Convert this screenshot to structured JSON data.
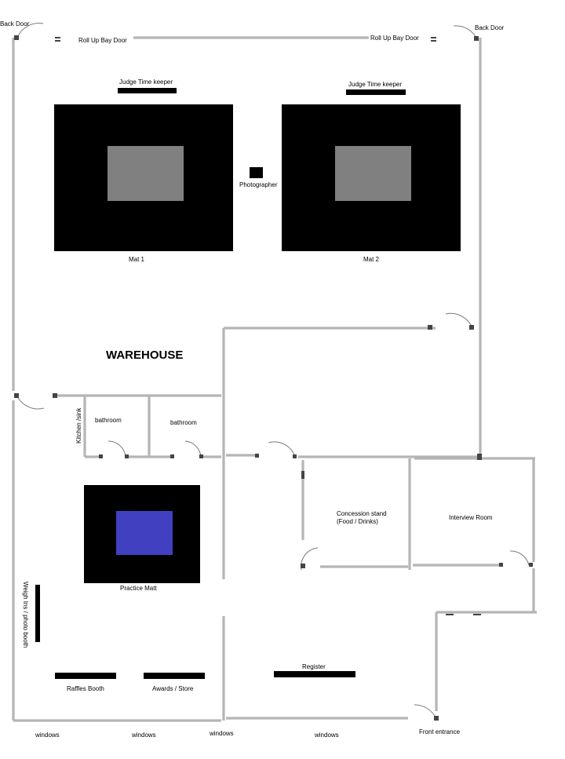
{
  "labels": {
    "back_door_left": "Back Door",
    "back_door_right": "Back Door",
    "rollup_left": "Roll Up Bay Door",
    "rollup_right": "Roll Up Bay Door",
    "judge_left": "Judge Time keeper",
    "judge_right": "Judge Time keeper",
    "photographer": "Photographer",
    "mat1": "Mat 1",
    "mat2": "Mat 2",
    "warehouse": "WAREHOUSE",
    "bathroom_left": "bathroom",
    "bathroom_right": "bathroom",
    "kitchen_sink": "Kitchen /sink",
    "concession_line1": "Concession stand",
    "concession_line2": "(Food / Drinks)",
    "interview_room": "Interview Room",
    "practice_mat": "Practice Matt",
    "weigh_ins": "Weigh Ins / photo booth",
    "raffles_booth": "Raffles Booth",
    "awards_store": "Awards / Store",
    "register": "Register",
    "windows_1": "windows",
    "windows_2": "windows",
    "windows_3": "windows",
    "windows_4": "windows",
    "front_entrance": "Front entrance"
  },
  "colors": {
    "mat_outer": "#000000",
    "mat_inner": "#808080",
    "practice_inner": "#4040c0",
    "wall": "#b5b5b5",
    "table": "#000000"
  }
}
